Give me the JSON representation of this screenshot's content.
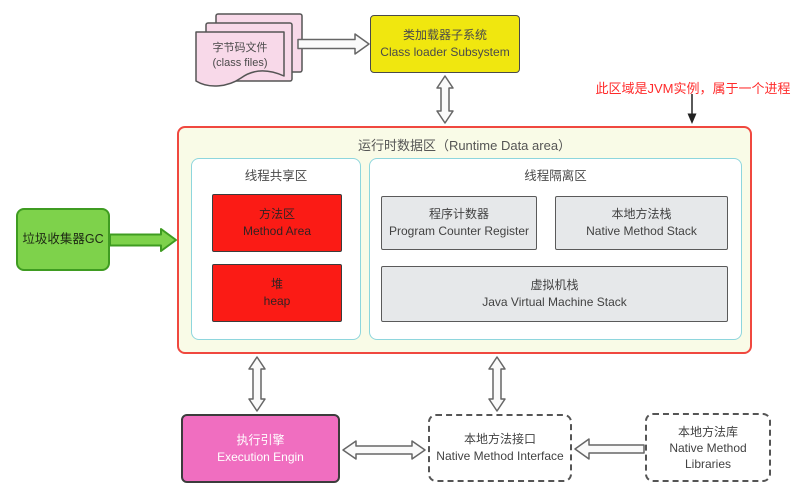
{
  "diagram": {
    "annotation": "此区域是JVM实例，属于一个进程"
  },
  "nodes": {
    "class_files": {
      "title": "字节码文件",
      "subtitle": "(class files)"
    },
    "class_loader": {
      "title": "类加载器子系统",
      "subtitle": "Class loader Subsystem"
    },
    "runtime_area": {
      "title": "运行时数据区（Runtime Data area）"
    },
    "thread_shared": {
      "title": "线程共享区"
    },
    "method_area": {
      "title": "方法区",
      "subtitle": "Method Area"
    },
    "heap": {
      "title": "堆",
      "subtitle": "heap"
    },
    "thread_isolated": {
      "title": "线程隔离区"
    },
    "pc_register": {
      "title": "程序计数器",
      "subtitle": "Program Counter Register"
    },
    "native_method_stack": {
      "title": "本地方法栈",
      "subtitle": "Native Method Stack"
    },
    "jvm_stack": {
      "title": "虚拟机栈",
      "subtitle": "Java Virtual Machine Stack"
    },
    "gc": {
      "title": "垃圾收集器GC"
    },
    "execution_engine": {
      "title": "执行引擎",
      "subtitle": "Execution Engin"
    },
    "native_method_interface": {
      "title": "本地方法接口",
      "subtitle": "Native Method Interface"
    },
    "native_method_libraries": {
      "title": "本地方法库",
      "subtitle": "Native Method",
      "subtitle2": "Libraries"
    }
  },
  "colors": {
    "class_files_fill": "#f8d9e9",
    "class_loader_fill": "#f0e70f",
    "runtime_fill": "#f9fbe7",
    "runtime_border": "#f0483f",
    "inner_box_border": "#8ed6dd",
    "shared_block_fill": "#fb1b15",
    "isolated_block_fill": "#e6e8ea",
    "gc_fill": "#7ed24b",
    "execution_fill": "#f06ec0",
    "annotation_color": "#ff2b2b"
  }
}
